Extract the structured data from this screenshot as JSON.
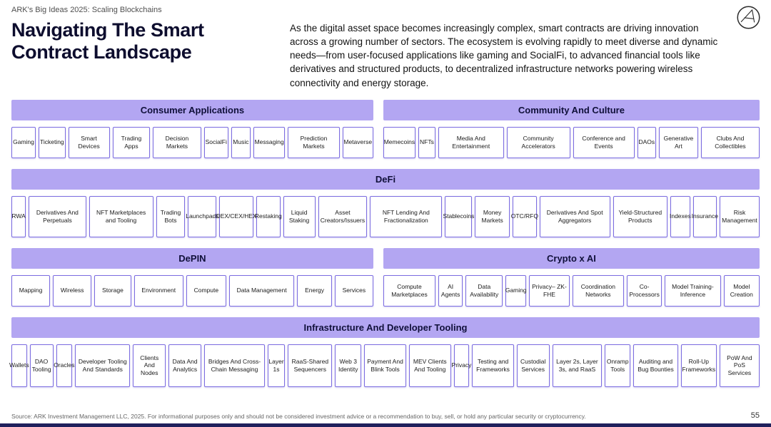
{
  "header": {
    "eyebrow": "ARK's Big Ideas 2025: Scaling Blockchains",
    "title": "Navigating The Smart Contract Landscape",
    "intro": "As the digital asset space becomes increasingly complex, smart contracts are driving innovation across a growing number of sectors. The ecosystem is evolving rapidly to meet diverse and dynamic needs—from user-focused applications like gaming and SocialFi, to advanced financial tools like derivatives and structured products, to decentralized infrastructure networks powering wireless connectivity and energy storage.",
    "logo": "ark-logo"
  },
  "colors": {
    "section_header_purple": "#b3a6f2",
    "box_border_purple": "#7b6ce0",
    "title_navy": "#0d0d2e",
    "bottom_bar_navy": "#20205c"
  },
  "sections": [
    {
      "title": "Consumer Applications",
      "span": "half",
      "items": [
        "Gaming",
        "Ticketing",
        "Smart Devices",
        "Trading Apps",
        "Decision Markets",
        "SocialFi",
        "Music",
        "Messaging",
        "Prediction Markets",
        "Metaverse"
      ]
    },
    {
      "title": "Community And Culture",
      "span": "half",
      "items": [
        "Memecoins",
        "NFTs",
        "Media And Entertainment",
        "Community Accelerators",
        "Conference and Events",
        "DAOs",
        "Generative Art",
        "Clubs And Collectibles"
      ]
    },
    {
      "title": "DeFi",
      "span": "full",
      "items": [
        "RWA",
        "Derivatives And Perpetuals",
        "NFT Marketplaces and Tooling",
        "Trading Bots",
        "Launchpads",
        "DEX/CEX/HEX",
        "Restaking",
        "Liquid Staking",
        "Asset Creators/Issuers",
        "NFT Lending And Fractionalization",
        "Stablecoins",
        "Money Markets",
        "OTC/RFQ",
        "Derivatives And Spot Aggregators",
        "Yield-Structured Products",
        "Indexes",
        "Insurance",
        "Risk Management"
      ]
    },
    {
      "title": "DePIN",
      "span": "half",
      "items": [
        "Mapping",
        "Wireless",
        "Storage",
        "Environment",
        "Compute",
        "Data Management",
        "Energy",
        "Services"
      ]
    },
    {
      "title": "Crypto x AI",
      "span": "half",
      "items": [
        "Compute Marketplaces",
        "AI Agents",
        "Data Availability",
        "Gaming",
        "Privacy– ZK-FHE",
        "Coordination Networks",
        "Co-Processors",
        "Model Training-Inference",
        "Model Creation"
      ]
    },
    {
      "title": "Infrastructure And Developer Tooling",
      "span": "full",
      "items": [
        "Wallets",
        "DAO Tooling",
        "Oracles",
        "Developer Tooling And Standards",
        "Clients And Nodes",
        "Data And Analytics",
        "Bridges And Cross-Chain Messaging",
        "Layer 1s",
        "RaaS-Shared Sequencers",
        "Web 3 Identity",
        "Payment And Blink Tools",
        "MEV Clients And Tooling",
        "Privacy",
        "Testing and Frameworks",
        "Custodial Services",
        "Layer 2s, Layer 3s, and RaaS",
        "Onramp Tools",
        "Auditing and Bug Bounties",
        "Roll-Up Frameworks",
        "PoW And PoS Services"
      ]
    }
  ],
  "footer": {
    "source": "Source: ARK Investment Management LLC, 2025. For informational purposes only and should not be considered investment advice or a recommendation to buy, sell, or hold any particular security or cryptocurrency.",
    "page_number": "55"
  }
}
